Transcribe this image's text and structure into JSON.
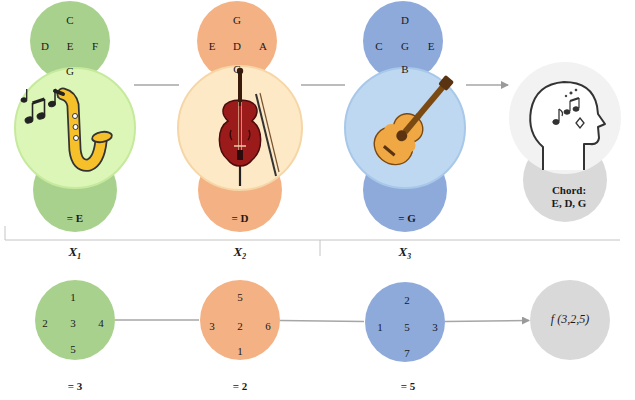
{
  "diagram": {
    "nodes": [
      {
        "text": [
          "C",
          "D",
          "E",
          "F",
          "G"
        ]
      },
      {
        "text": [
          "G",
          "E",
          "D",
          "A",
          "C"
        ]
      },
      {
        "text": [
          "D",
          "C",
          "G",
          "E",
          "B"
        ]
      },
      {
        "text": [
          "= E"
        ]
      },
      {
        "text": [
          "= D"
        ]
      },
      {
        "text": [
          "= G"
        ]
      },
      {
        "text": [
          "Chord: E, D, G"
        ]
      },
      {
        "text": [
          "1",
          "2",
          "3",
          "4",
          "5"
        ]
      },
      {
        "text": [
          "5",
          "3",
          "2",
          "6",
          "1"
        ]
      },
      {
        "text": [
          "2",
          "1",
          "5",
          "3",
          "7"
        ]
      },
      {
        "text": [
          "f (3,2,5)"
        ]
      }
    ],
    "edges": [
      {
        "from": 7,
        "to": 8,
        "arrow": "none"
      },
      {
        "from": 8,
        "to": 9,
        "arrow": "none"
      },
      {
        "from": 9,
        "to": 10,
        "arrow": "to"
      }
    ],
    "labels": [
      "X₁",
      "X₂",
      "X₃",
      "= 3",
      "= 2",
      "= 5"
    ]
  }
}
